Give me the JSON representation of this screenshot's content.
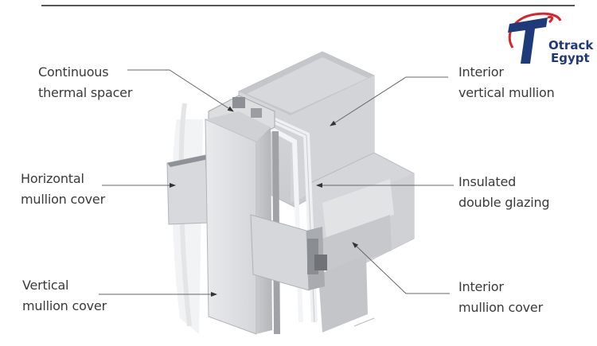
{
  "logo": {
    "line1": "Otrack",
    "line2": "Egypt",
    "colors": {
      "blue": "#1f3a7a",
      "red": "#d8242b"
    }
  },
  "labels": [
    {
      "id": "continuous-thermal-spacer",
      "line1": "Continuous",
      "line2": "thermal spacer"
    },
    {
      "id": "horizontal-mullion-cover",
      "line1": "Horizontal",
      "line2": "mullion cover"
    },
    {
      "id": "vertical-mullion-cover",
      "line1": "Vertical",
      "line2": "mullion cover"
    },
    {
      "id": "interior-vertical-mullion",
      "line1": "Interior",
      "line2": "vertical mullion"
    },
    {
      "id": "insulated-double-glazing",
      "line1": "Insulated",
      "line2": "double glazing"
    },
    {
      "id": "interior-mullion-cover",
      "line1": "Interior",
      "line2": "mullion cover"
    }
  ],
  "colors": {
    "text": "#3a3a3a",
    "leader": "#666666",
    "rule": "#555555",
    "aluminium_light": "#e6e7e9",
    "aluminium_mid": "#cfd1d4",
    "aluminium_dark": "#a9acb0"
  }
}
